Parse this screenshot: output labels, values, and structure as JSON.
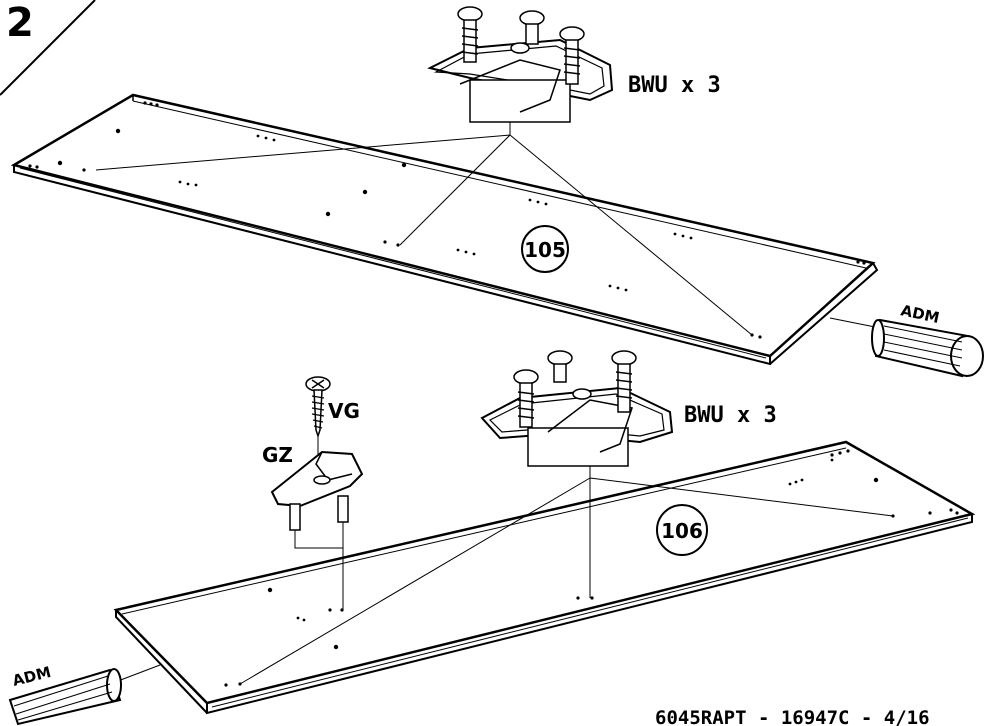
{
  "step": {
    "number": "2"
  },
  "top_panel": {
    "part_number": "105",
    "hardware_label": "BWU x 3",
    "dowel_label": "ADM"
  },
  "bottom_panel": {
    "part_number": "106",
    "hardware_label": "BWU x 3",
    "dowel_label": "ADM",
    "screw_label": "VG",
    "guide_label": "GZ"
  },
  "footer": {
    "reference": "6045RAPT - 16947C - 4/16"
  }
}
